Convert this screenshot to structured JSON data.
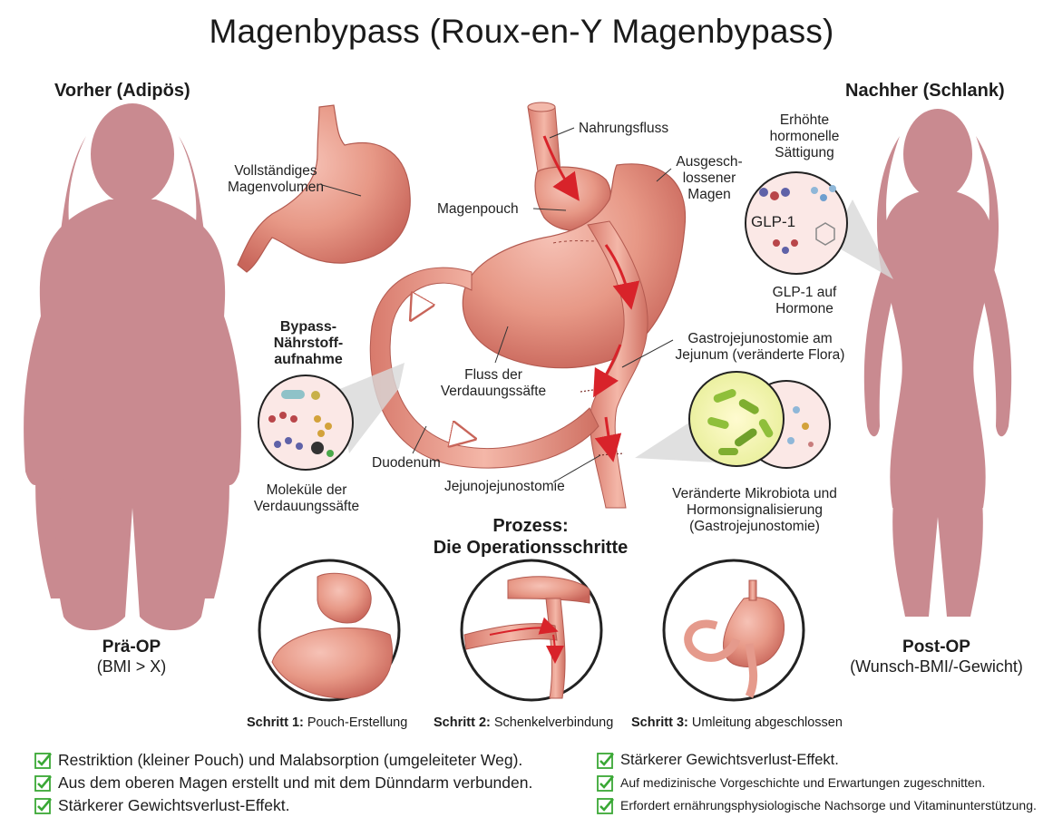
{
  "title": "Magenbypass (Roux-en-Y Magenbypass)",
  "left_panel": {
    "heading": "Vorher (Adipös)",
    "stage": "Prä-OP",
    "bmi": "(BMI > X)"
  },
  "right_panel": {
    "heading": "Nachher (Schlank)",
    "stage": "Post-OP",
    "bmi": "(Wunsch-BMI/-Gewicht)"
  },
  "labels": {
    "full_stomach": "Vollständiges Magenvolumen",
    "food_flow": "Nahrungsfluss",
    "excluded_stomach": "Ausgesch-lossener Magen",
    "pouch": "Magenpouch",
    "hormonal": "Erhöhte hormonelle Sättigung",
    "glp1": "GLP-1",
    "glp1_hormones": "GLP-1 auf Hormone",
    "bypass_absorption": "Bypass-Nährstoff-aufnahme",
    "gastrojejunostomy": "Gastrojejunostomie am Jejunum (veränderte Flora)",
    "juice_flow": "Fluss der Verdauungssäfte",
    "molecules": "Moleküle der Verdauungssäfte",
    "duodenum": "Duodenum",
    "jejunojejunostomy": "Jejunojejunostomie",
    "microbiota": "Veränderte Mikrobiota und Hormonsignalisierung (Gastrojejunostomie)"
  },
  "process": {
    "line1": "Prozess:",
    "line2": "Die Operationsschritte"
  },
  "steps": [
    {
      "label": "Schritt 1:",
      "text": "Pouch-Erstellung"
    },
    {
      "label": "Schritt 2:",
      "text": "Schenkelverbindung"
    },
    {
      "label": "Schritt 3:",
      "text": "Umleitung abgeschlossen"
    }
  ],
  "bullets_left": [
    "Restriktion (kleiner Pouch) und Malabsorption (umgeleiteter Weg).",
    "Aus dem oberen Magen erstellt und mit dem Dünndarm verbunden.",
    "Stärkerer Gewichtsverlust-Effekt."
  ],
  "bullets_right": [
    "Stärkerer Gewichtsverlust-Effekt.",
    "Auf medizinische Vorgeschichte und Erwartungen zugeschnitten.",
    "Erfordert ernährungsphysiologische Nachsorge und Vitaminunterstützung."
  ],
  "colors": {
    "silhouette": "#c98a90",
    "tissue": "#e59a8c",
    "tissue_dark": "#c8655a",
    "arrow": "#d8232a",
    "check": "#3aa835",
    "bacteria": "#8fbf3a",
    "inset_bg": "#fbe8e6"
  }
}
